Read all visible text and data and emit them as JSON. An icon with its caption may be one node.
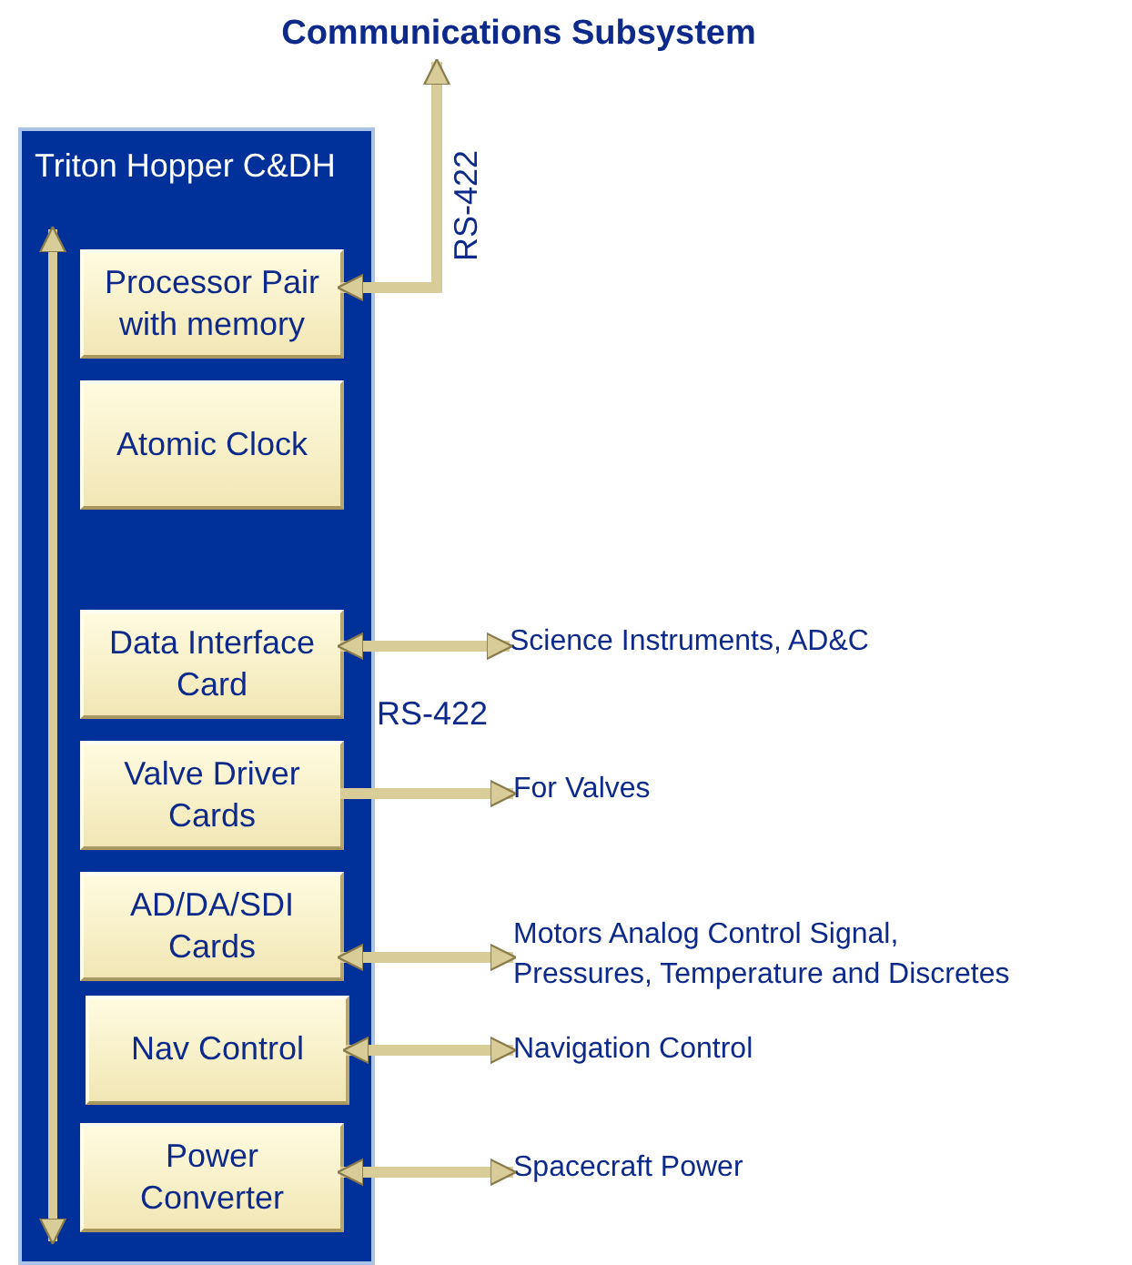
{
  "diagram": {
    "nodes": [
      {
        "text": [
          "Triton Hopper C&DH"
        ]
      },
      {
        "text": [
          "Processor Pair with memory"
        ],
        "in": 0
      },
      {
        "text": [
          "Atomic Clock"
        ],
        "in": 0
      },
      {
        "text": [
          "Data Interface Card"
        ],
        "in": 0
      },
      {
        "text": [
          "Valve Driver Cards"
        ],
        "in": 0
      },
      {
        "text": [
          "AD/DA/SDI Cards"
        ],
        "in": 0
      },
      {
        "text": [
          "Nav Control"
        ],
        "in": 0
      },
      {
        "text": [
          "Power Converter"
        ],
        "in": 0
      },
      {
        "text": [
          "Communications Subsystem"
        ]
      },
      {
        "text": [
          "Science Instruments, AD&C"
        ]
      },
      {
        "text": [
          "For Valves"
        ]
      },
      {
        "text": [
          "Motors Analog Control Signal, Pressures, Temperature and Discretes"
        ]
      },
      {
        "text": [
          "Navigation Control"
        ]
      },
      {
        "text": [
          "Spacecraft Power"
        ]
      }
    ],
    "edges": [
      {
        "from": 1,
        "to": 8,
        "arrow": "both",
        "label": "RS-422"
      },
      {
        "from": 3,
        "to": 9,
        "arrow": "both",
        "label": "RS-422"
      },
      {
        "from": 4,
        "to": 10,
        "arrow": "to"
      },
      {
        "from": 5,
        "to": 11,
        "arrow": "both"
      },
      {
        "from": 6,
        "to": 12,
        "arrow": "both"
      },
      {
        "from": 7,
        "to": 13,
        "arrow": "both"
      },
      {
        "from": 1,
        "to": 7,
        "arrow": "both"
      }
    ]
  }
}
